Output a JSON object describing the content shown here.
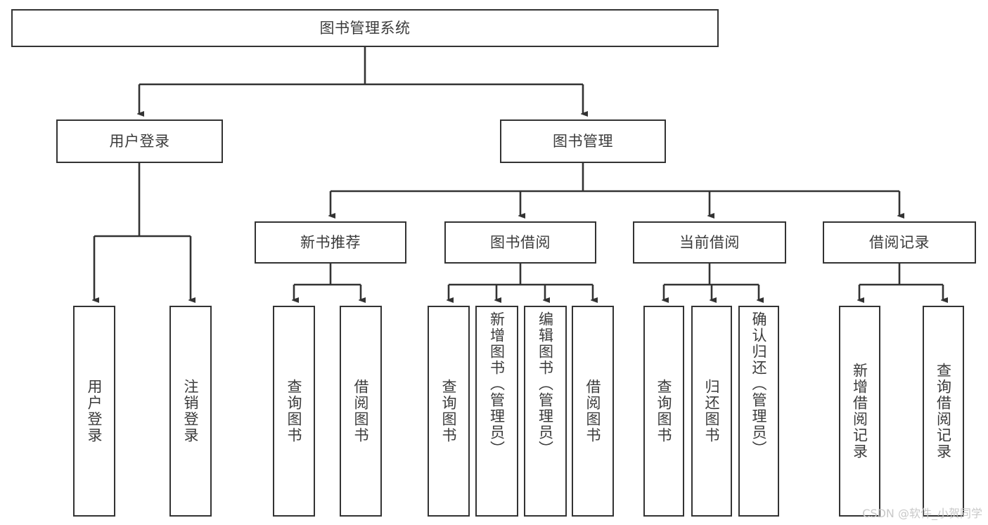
{
  "diagram": {
    "title": "图书管理系统",
    "type": "tree",
    "background": "#ffffff",
    "line_color": "#333333",
    "text_color": "#3b3b3b"
  },
  "root": {
    "label": "图书管理系统"
  },
  "level2": [
    {
      "label": "用户登录"
    },
    {
      "label": "图书管理"
    }
  ],
  "level3": [
    {
      "label": "新书推荐"
    },
    {
      "label": "图书借阅"
    },
    {
      "label": "当前借阅"
    },
    {
      "label": "借阅记录"
    }
  ],
  "leaves": {
    "user_login": [
      {
        "label": "用户登录"
      },
      {
        "label": "注销登录"
      }
    ],
    "new_book_recommend": [
      {
        "label": "查询图书"
      },
      {
        "label": "借阅图书"
      }
    ],
    "book_borrow": [
      {
        "label": "查询图书"
      },
      {
        "label": "新增图书（管理员）"
      },
      {
        "label": "编辑图书（管理员）"
      },
      {
        "label": "借阅图书"
      }
    ],
    "current_borrow": [
      {
        "label": "查询图书"
      },
      {
        "label": "归还图书"
      },
      {
        "label": "确认归还（管理员）"
      }
    ],
    "borrow_record": [
      {
        "label": "新增借阅记录"
      },
      {
        "label": "查询借阅记录"
      }
    ]
  },
  "watermark": {
    "text": "CSDN @软件_小贺同学"
  }
}
